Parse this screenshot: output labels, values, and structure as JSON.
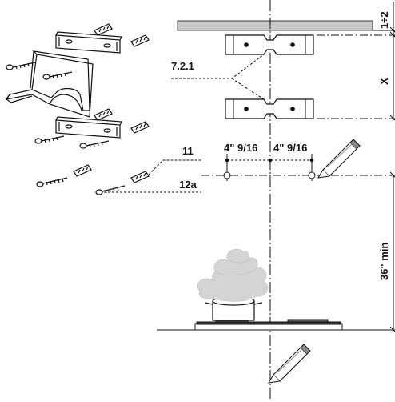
{
  "labels": {
    "ref_bracket": "7.2.1",
    "ref_screw_upper": "11",
    "ref_screw_lower": "12a",
    "hole_spacing_left": "4\" 9/16",
    "hole_spacing_right": "4\" 9/16",
    "dim_ceiling_gap": "1÷2",
    "dim_bracket_gap": "X",
    "dim_min_height": "36\" min"
  },
  "colors": {
    "line": "#111111",
    "ceiling": "#c8c8c8",
    "steam": "#d4d4d4"
  },
  "icons": {
    "pencil_top": "pencil-icon",
    "pencil_bottom": "pencil-icon",
    "pot": "cooking-pot-icon",
    "hob": "cooktop-icon"
  }
}
